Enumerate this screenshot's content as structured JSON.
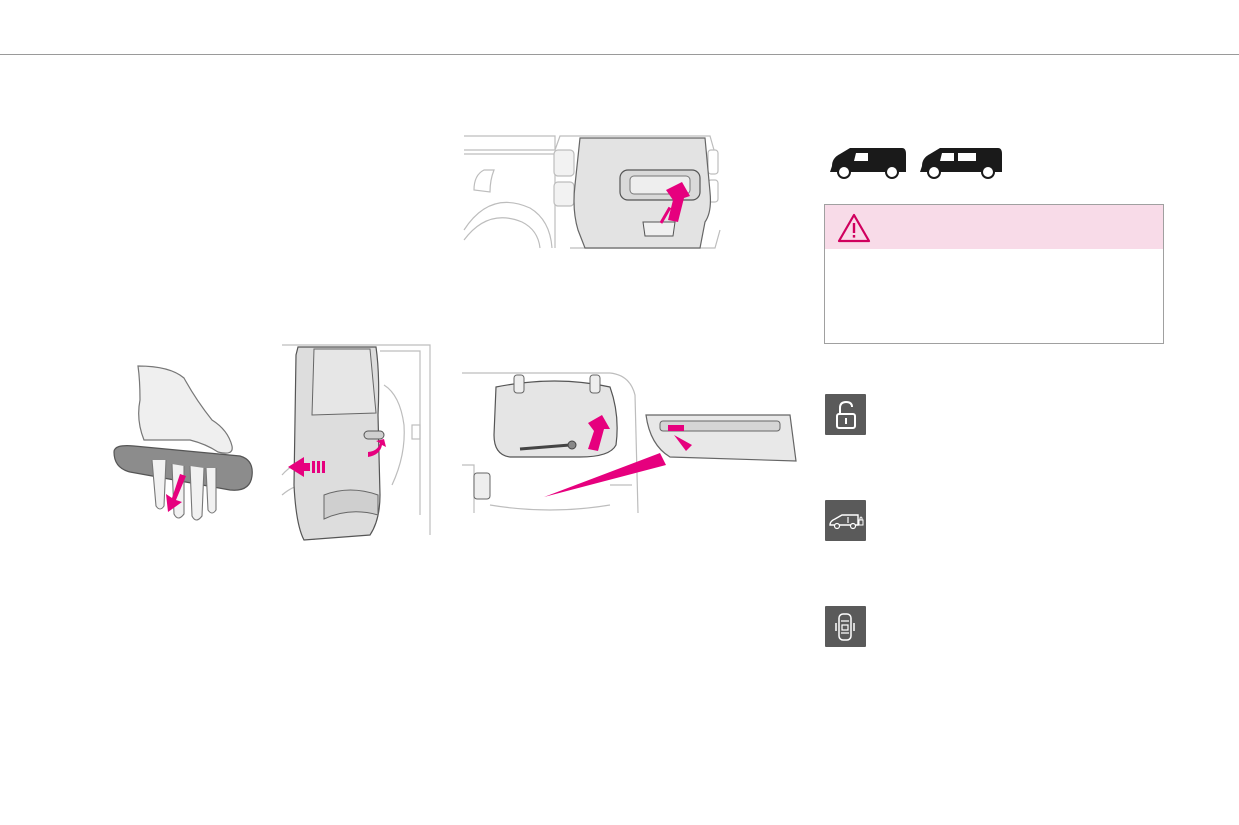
{
  "page": {
    "accent_color": "#e6007e",
    "rule_color": "#9a9a9a",
    "icon_bg": "#5a5a5a",
    "warning_bg": "#f8dbe8"
  },
  "illustrations": [
    {
      "name": "tailgate-handle-illustration",
      "icon": "rear-door-opening"
    },
    {
      "name": "hand-handle-illustration",
      "icon": "hand-pulling-handle"
    },
    {
      "name": "sliding-door-illustration",
      "icon": "sliding-door-opening"
    },
    {
      "name": "rear-window-illustration",
      "icon": "rear-window-opening"
    }
  ],
  "vehicle_badges": [
    "panel-van-icon",
    "passenger-van-icon"
  ],
  "warning": {
    "icon": "warning-triangle-icon",
    "text": ""
  },
  "side_icons": [
    "padlock-open-icon",
    "van-lock-icon",
    "door-lock-icon"
  ]
}
